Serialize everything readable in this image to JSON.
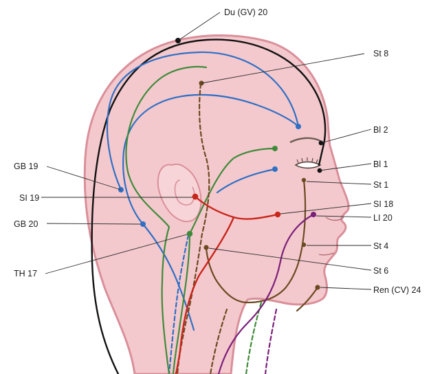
{
  "labels": {
    "du20": "Du (GV) 20",
    "st8": "St 8",
    "bl2": "Bl 2",
    "bl1": "Bl 1",
    "gb19": "GB 19",
    "st1": "St 1",
    "si19": "SI 19",
    "si18": "SI 18",
    "gb20": "GB 20",
    "li20": "LI 20",
    "st4": "St 4",
    "th17": "TH 17",
    "st6": "St 6",
    "ren24": "Ren (CV) 24"
  },
  "colors": {
    "skin": "#f4c9cd",
    "skin_inner": "#f7d4d7",
    "outline": "#d98f9a",
    "du_channel": "#111111",
    "bladder_channel": "#2f6fc4",
    "gallbladder_channel": "#3f8a3a",
    "stomach_channel": "#6b4a22",
    "small_intestine_channel": "#c8261b",
    "large_intestine_channel": "#7a1f7a"
  }
}
